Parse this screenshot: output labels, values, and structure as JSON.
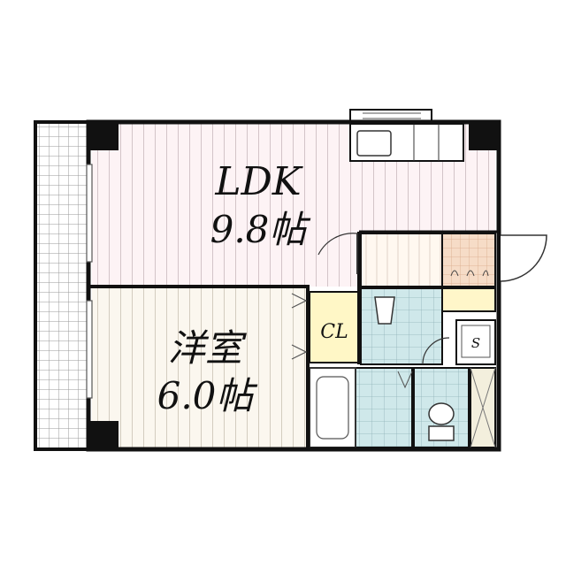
{
  "rooms": {
    "ldk": {
      "name": "LDK",
      "size": "9.8帖"
    },
    "western": {
      "name": "洋室",
      "size": "6.0帖"
    },
    "closet": {
      "name": "CL"
    },
    "shoe_storage": {
      "name": "S"
    }
  },
  "colors": {
    "wall": "#111111",
    "ldk_floor": "#fdf3f5",
    "western_floor": "#fbf7ef",
    "closet_floor": "#fff7c6",
    "wet_area_floor": "#cfe8ea",
    "kitchen_counter": "#fff3e6",
    "kitchen_tile": "#f6dcc7",
    "fridge_space": "#fff6c9",
    "genkan_floor": "#f3efdd",
    "balcony": "#ffffff",
    "grid_line": "#9a9a9a"
  }
}
